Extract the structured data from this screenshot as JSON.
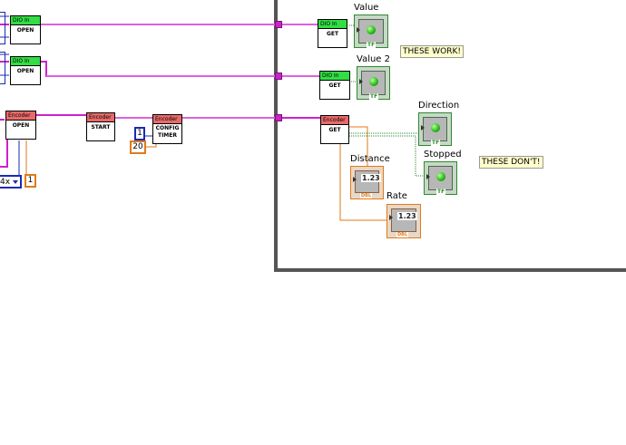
{
  "left_nodes": {
    "dio_open_1": {
      "header": "DIO In",
      "body": "OPEN"
    },
    "dio_open_2": {
      "header": "DIO In",
      "body": "OPEN"
    },
    "encoder_open": {
      "header": "Encoder",
      "body": "OPEN"
    },
    "encoder_start": {
      "header": "Encoder",
      "body": "START"
    },
    "encoder_config": {
      "header": "Encoder",
      "body": "CONFIG\nTIMER"
    }
  },
  "constants": {
    "ring_value": "4x",
    "const_1_orange": "1",
    "const_1_blue": "1",
    "const_20": "20"
  },
  "right_nodes": {
    "dio_get_1": {
      "header": "DIO In",
      "body": "GET"
    },
    "dio_get_2": {
      "header": "DIO In",
      "body": "GET"
    },
    "encoder_get": {
      "header": "Encoder",
      "body": "GET"
    }
  },
  "indicators": {
    "value": {
      "label": "Value",
      "type": "TF"
    },
    "value2": {
      "label": "Value 2",
      "type": "TF"
    },
    "direction": {
      "label": "Direction",
      "type": "TF"
    },
    "stopped": {
      "label": "Stopped",
      "type": "TF"
    },
    "distance": {
      "label": "Distance",
      "display": "1.23",
      "type": "DBL"
    },
    "rate": {
      "label": "Rate",
      "display": "1.23",
      "type": "DBL"
    }
  },
  "notes": {
    "works": "THESE WORK!",
    "dont": "THESE DON'T!"
  },
  "colors": {
    "refnum_wire": "#cc22cc",
    "bool_indicator": "#2d8a2d",
    "dbl_indicator": "#e07a1a",
    "int_constant": "#1a2ab4",
    "dio_header": "#33dd44",
    "encoder_header": "#e96a6a"
  }
}
